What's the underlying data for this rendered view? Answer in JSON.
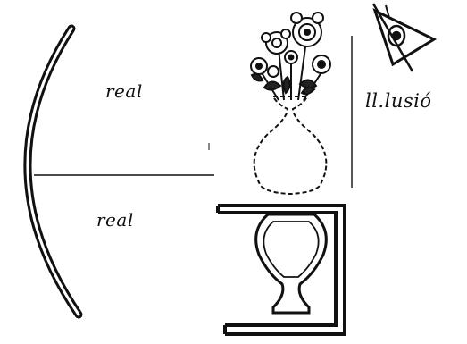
{
  "labels": {
    "real_top": "real",
    "real_bottom": "real",
    "illusion": "ll.lusió"
  },
  "colors": {
    "ink": "#111111",
    "background": "#ffffff"
  },
  "icons": {
    "eye": "eye-icon",
    "flowers": "flower-bouquet-icon",
    "vase": "vase-icon"
  }
}
